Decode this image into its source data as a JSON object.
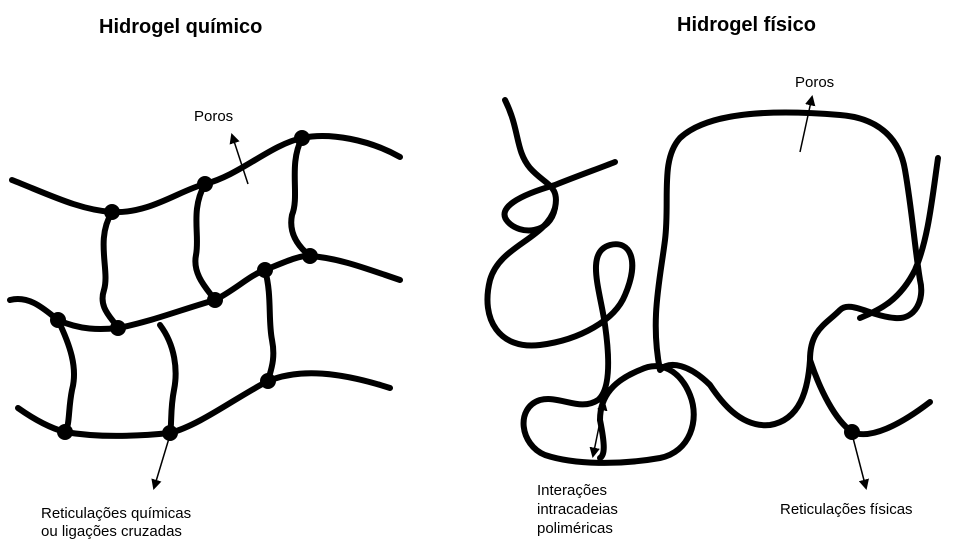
{
  "chemical": {
    "title": "Hidrogel químico",
    "pores_label": "Poros",
    "crosslinks_label": [
      "Reticulações químicas",
      "ou ligações cruzadas"
    ]
  },
  "physical": {
    "title": "Hidrogel físico",
    "pores_label": "Poros",
    "interactions_label": [
      "Interações",
      "intracadeias",
      "poliméricas"
    ],
    "crosslinks_label": "Reticulações físicas"
  }
}
